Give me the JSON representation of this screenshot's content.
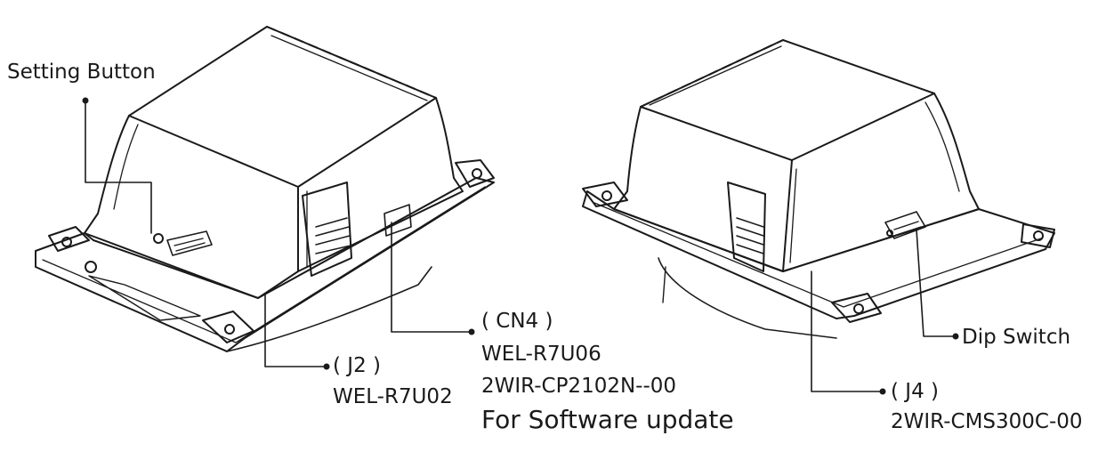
{
  "labels": {
    "setting_button": "Setting Button",
    "j2_ref": "( J2 )",
    "j2_model": "WEL-R7U02",
    "cn4_ref": "( CN4 )",
    "cn4_model": "WEL-R7U06",
    "cn4_part": "2WIR-CP2102N--00",
    "cn4_note": "For Software update",
    "dip_switch": "Dip Switch",
    "j4_ref": "( J4 )",
    "j4_part": "2WIR-CMS300C-00"
  }
}
